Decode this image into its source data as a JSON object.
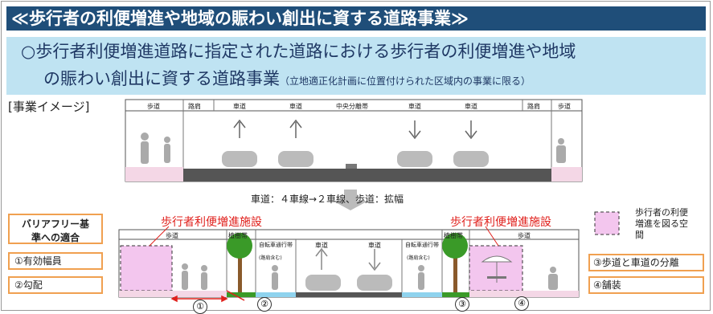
{
  "title": "≪歩行者の利便増進や地域の賑わい創出に資する道路事業≫",
  "subtitle": {
    "line1": "○歩行者利便増進道路に指定された道路における歩行者の利便増進や地域",
    "line2_main": "の賑わい創出に資する道路事業",
    "line2_note": "（立地適正化計画に位置付けられた区域内の事業に限る）"
  },
  "image_caption": "[事業イメージ]",
  "before_section": {
    "labels": [
      "歩道",
      "路肩",
      "車道",
      "車道",
      "中央分離帯",
      "車道",
      "車道",
      "路肩",
      "歩道"
    ]
  },
  "transition_text": "車道：４車線→２車線、歩道：拡幅",
  "after_section": {
    "labels": [
      "歩道",
      "植樹帯",
      "自転車通行帯",
      "(路肩含む)",
      "車道",
      "車道",
      "自転車通行帯",
      "(路肩含む)",
      "植樹帯",
      "歩道"
    ],
    "facility_label": "歩行者利便増進施設",
    "numbers": [
      "①",
      "②",
      "③",
      "④"
    ]
  },
  "barrier_free": {
    "heading": "バリアフリー基準への適合",
    "items": [
      "①有効幅員",
      "②勾配"
    ]
  },
  "right_items": [
    "③歩道と車道の分離",
    "④舗装"
  ],
  "legend": {
    "text": "歩行者の利便増進を図る空間"
  },
  "colors": {
    "title_bg": "#1f4e79",
    "subtitle_bg": "#bfe3f2",
    "highlight_pink": "#f3c6ee",
    "facility_red": "#e0201c",
    "box_orange": "#f0a050",
    "tree_green": "#3a9a28"
  }
}
